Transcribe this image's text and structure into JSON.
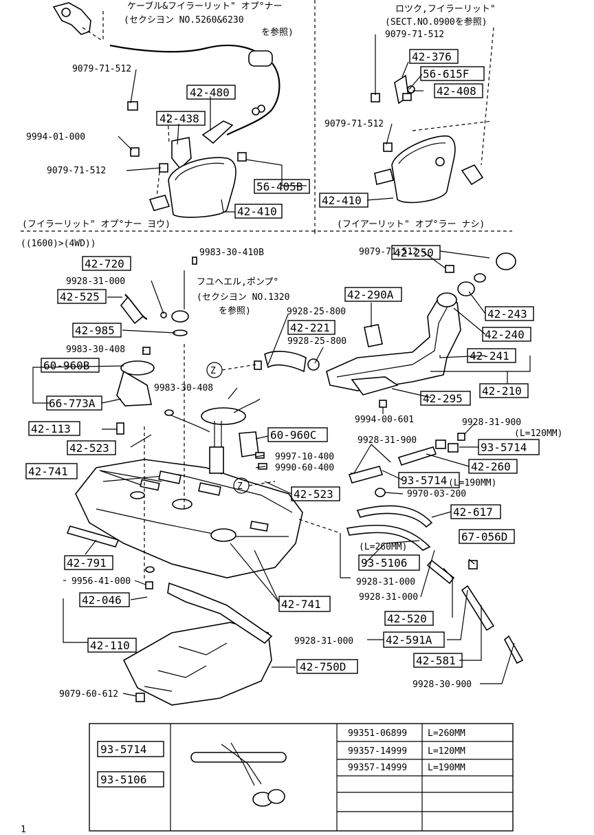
{
  "sections": {
    "top_left_note_1": "ケーブル&フイラーリット\" オプ°ナー",
    "top_left_note_2": "(セクシヨン NO.5260&6230",
    "top_left_note_3": "を参照)",
    "top_left_caption": "(フイラーリット\" オプ°ナー ヨウ)",
    "top_right_note_1": "ロツク,フイラーリット\"",
    "top_right_note_2": "(SECT.NO.0900を参照)",
    "top_right_caption": "(フイアーリット\" オプ°ラー ナシ)",
    "variant_heading": "((1600)>(4WD))",
    "pump_note_1": "フユヘエル,ポンプ°",
    "pump_note_2": "(セクシヨン NO.1320",
    "pump_note_3": "を参照)",
    "zoom_marker": "Z"
  },
  "boxed_parts": {
    "p42_480": "42-480",
    "p42_438": "42-438",
    "p56_405B": "56-405B",
    "p42_410_a": "42-410",
    "p42_376": "42-376",
    "p56_615F": "56-615F",
    "p42_408": "42-408",
    "p42_410_b": "42-410",
    "p42_720": "42-720",
    "p42_525": "42-525",
    "p42_985": "42-985",
    "p60_960B": "60-960B",
    "p66_773A": "66-773A",
    "p42_113": "42-113",
    "p42_523_a": "42-523",
    "p42_741_a": "42-741",
    "p42_791": "42-791",
    "p42_046": "42-046",
    "p42_110": "42-110",
    "p42_750D": "42-750D",
    "p42_741_b": "42-741",
    "p42_523_b": "42-523",
    "p60_960C": "60-960C",
    "p42_221": "42-221",
    "p42_290A": "42-290A",
    "p42_250": "42-250",
    "p42_243": "42-243",
    "p42_240": "42-240",
    "p42_241": "42-241",
    "p42_210": "42-210",
    "p42_295": "42-295",
    "p93_5714_a": "93-5714",
    "p42_260": "42-260",
    "p93_5714_b": "93-5714",
    "p42_617": "42-617",
    "p67_056D": "67-056D",
    "p93_5106": "93-5106",
    "p42_520": "42-520",
    "p42_591A": "42-591A",
    "p42_581": "42-581"
  },
  "plain_parts": {
    "c9079_71_512_a": "9079-71-512",
    "c9994_01_000": "9994-01-000",
    "c9079_71_512_b": "9079-71-512",
    "c9079_71_512_c": "9079-71-512",
    "c9079_71_512_d": "9079-71-512",
    "c9983_30_410B": "9983-30-410B",
    "c9928_31_000_a": "9928-31-000",
    "c9983_30_408_a": "9983-30-408",
    "c9983_30_408_b": "9983-30-408",
    "c9928_25_800_a": "9928-25-800",
    "c9928_25_800_b": "9928-25-800",
    "c9079_71_512_e": "9079-71-512",
    "c9994_00_601": "9994-00-601",
    "c9928_31_900_a": "9928-31-900",
    "c9928_31_900_b": "9928-31-900",
    "c9997_10_400": "9997-10-400",
    "c9990_60_400": "9990-60-400",
    "c9970_03_200": "9970-03-200",
    "len_120": "(L=120MM)",
    "len_190": "(L=190MM)",
    "len_260": "(L=260MM)",
    "c9928_31_000_b": "9928-31-000",
    "c9928_31_000_c": "9928-31-000",
    "c9928_31_000_d": "9928-31-000",
    "c9928_30_900": "9928-30-900",
    "c9956_41_000": "9956-41-000",
    "c9079_60_612": "9079-60-612"
  },
  "legend": {
    "left_parts": [
      "93-5714",
      "93-5106"
    ],
    "rows": [
      {
        "part": "99351-06899",
        "length": "L=260MM"
      },
      {
        "part": "99357-14999",
        "length": "L=120MM"
      },
      {
        "part": "99357-14999",
        "length": "L=190MM"
      },
      {
        "part": "",
        "length": ""
      },
      {
        "part": "",
        "length": ""
      },
      {
        "part": "",
        "length": ""
      }
    ]
  },
  "footer_mark": "1"
}
